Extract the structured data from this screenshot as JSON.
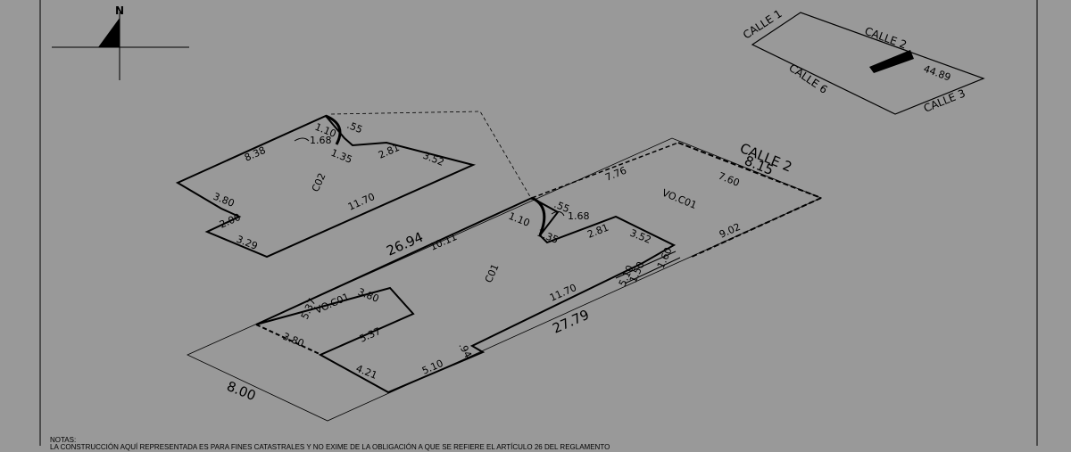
{
  "north_label": "N",
  "key_map": {
    "streets": [
      "CALLE 1",
      "CALLE 2",
      "CALLE 6",
      "CALLE 3"
    ],
    "frontage": "44.89"
  },
  "lot": {
    "street": "CALLE 2",
    "front": "8.15",
    "rear": "8.00",
    "left_side": "26.94",
    "right_side": "27.79"
  },
  "c01": {
    "label": "C01",
    "dims": [
      "10.11",
      "1.10",
      ".55",
      "1.68",
      "1.35",
      "2.81",
      "3.52",
      "11.70",
      "5.10",
      ".94",
      "4.21",
      "5.37",
      "3.80",
      "5.10",
      "1.50",
      "1.60"
    ]
  },
  "vo_c01_front": {
    "label": "VO.C01",
    "dims": [
      "7.76",
      "7.60",
      "9.02"
    ]
  },
  "vo_c01_rear": {
    "label": "VO.C01",
    "dims": [
      "5.37",
      "3.80"
    ]
  },
  "c02": {
    "label": "C02",
    "dims": [
      "1.10",
      ".55",
      "1.68",
      "1.35",
      "2.81",
      "3.52",
      "8.38",
      "11.70",
      "3.80",
      "2.00",
      "3.29"
    ]
  },
  "notes": {
    "title": "NOTAS:",
    "text": "LA CONSTRUCCIÓN AQUÍ REPRESENTADA ES PARA FINES CATASTRALES Y NO EXIME DE LA OBLIGACIÓN A QUE SE REFIERE EL ARTÍCULO 26 DEL REGLAMENTO"
  }
}
